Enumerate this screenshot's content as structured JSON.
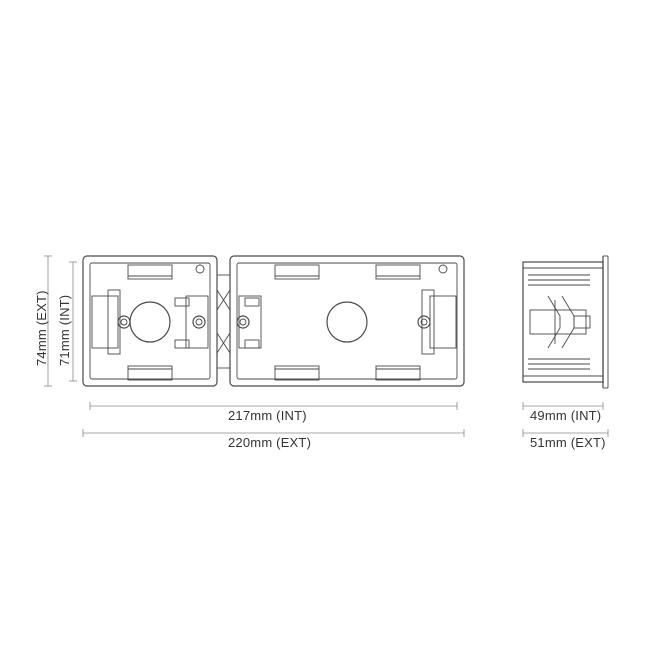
{
  "dimensions": {
    "height_ext": "74mm (EXT)",
    "height_int": "71mm (INT)",
    "width_int": "217mm (INT)",
    "width_ext": "220mm (EXT)",
    "depth_int": "49mm (INT)",
    "depth_ext": "51mm (EXT)"
  },
  "colors": {
    "line": "#4a4a4a",
    "dimension_line": "#8a8a8a",
    "text": "#333333",
    "background": "#ffffff"
  }
}
